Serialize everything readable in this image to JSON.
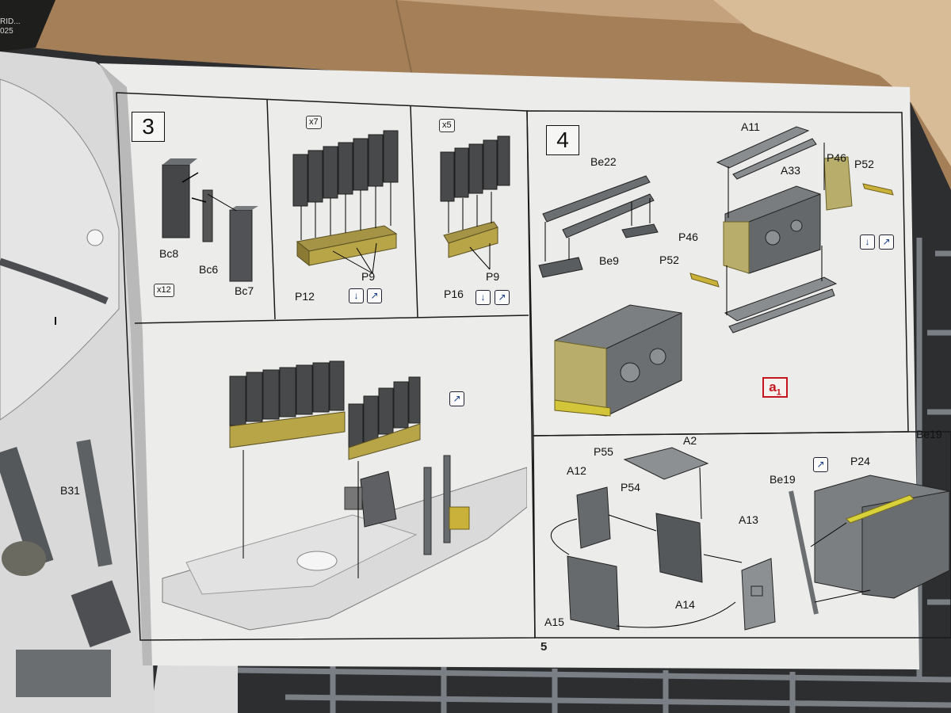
{
  "manual": {
    "page_number": "5",
    "step3": {
      "number": "3",
      "panel_a": {
        "qty": "x12",
        "labels": [
          "Bc8",
          "Bc6",
          "Bc7"
        ]
      },
      "panel_b": {
        "qty": "x7",
        "labels": [
          "P12",
          "P9"
        ]
      },
      "panel_c": {
        "qty": "x5",
        "labels": [
          "P16",
          "P9"
        ]
      }
    },
    "step4": {
      "number": "4",
      "labels": [
        "Be22",
        "Be9",
        "A11",
        "A33",
        "P46",
        "P46",
        "P52",
        "P52"
      ],
      "ref_mark": "a",
      "ref_sub": "1"
    },
    "sub_assembly": {
      "labels": [
        "P55",
        "A2",
        "A12",
        "P54",
        "A13",
        "A14",
        "A15",
        "Be19",
        "Be19",
        "P24"
      ]
    },
    "left_page": {
      "labels": [
        "B31"
      ]
    },
    "corner_box_text": [
      "RID...",
      "025"
    ],
    "icons": [
      "drill-icon",
      "glue-icon"
    ],
    "colors": {
      "sheet": "#ececea",
      "plastic": "#5b5e61",
      "photoetch": "#b8a548",
      "ref_red": "#c4161c",
      "cardboard": "#b08a62"
    }
  }
}
